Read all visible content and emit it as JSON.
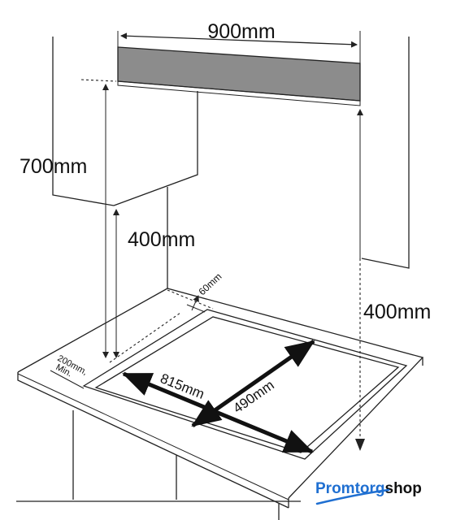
{
  "dimensions": {
    "hood_width": "900mm",
    "height_to_hood": "700mm",
    "cabinet_clearance": "400mm",
    "side_clearance": "400mm",
    "rear_gap": "60mm",
    "front_gap_line1": "200mm,",
    "front_gap_line2": "Min.",
    "cutout_length": "815mm",
    "cutout_width": "490mm"
  },
  "logo": {
    "part1": "Promtorg",
    "part2": "shop",
    "color_primary": "#1f6fd1",
    "color_secondary": "#111111"
  },
  "colors": {
    "hood_fill": "#8c8c8c",
    "line": "#222222"
  }
}
